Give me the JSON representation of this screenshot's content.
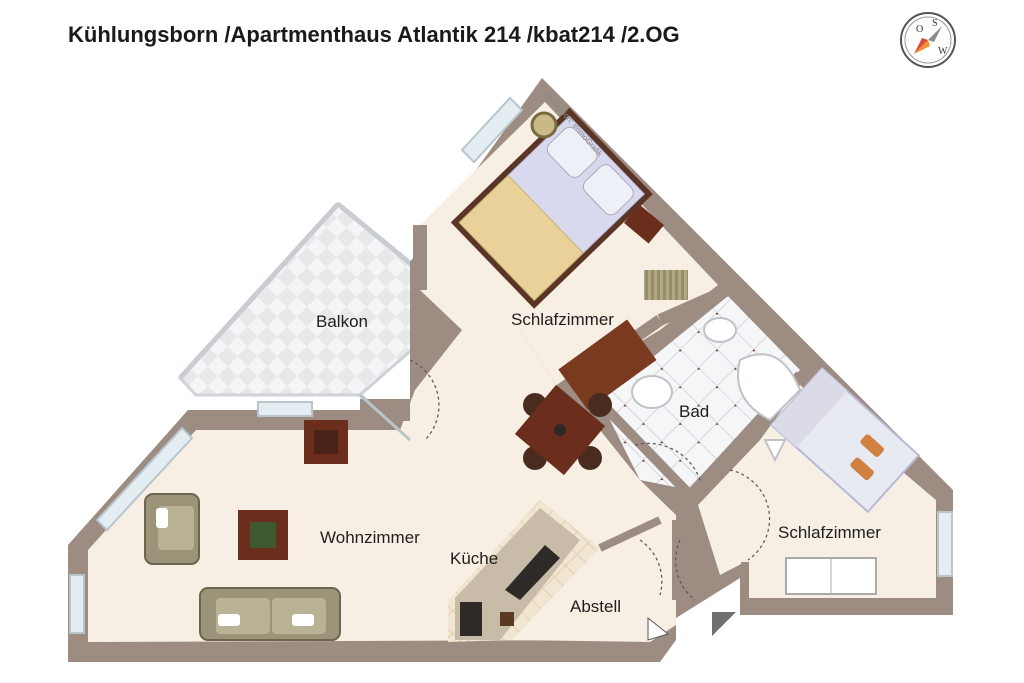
{
  "header": {
    "title": "Kühlungsborn /Apartmenthaus Atlantik 214 /kbat214 /2.OG"
  },
  "watermark": "Illustration: ImmoGrafik",
  "compass": {
    "icon": "compass-icon",
    "letters": [
      "O",
      "S",
      "W"
    ]
  },
  "rooms": {
    "balkon": "Balkon",
    "schlafzimmer_1": "Schlafzimmer",
    "bad": "Bad",
    "wohnzimmer": "Wohnzimmer",
    "kueche": "Küche",
    "abstell": "Abstell",
    "schlafzimmer_2": "Schlafzimmer"
  },
  "colors": {
    "wall": "#9c8c82",
    "floor": "#f7efe3",
    "tile": "#f0f2f4",
    "bed_linen": "#d8d9ef",
    "blanket": "#e8d29a",
    "wood": "#6b2d1c",
    "sofa": "#9c9478",
    "cushion": "#d08040"
  }
}
